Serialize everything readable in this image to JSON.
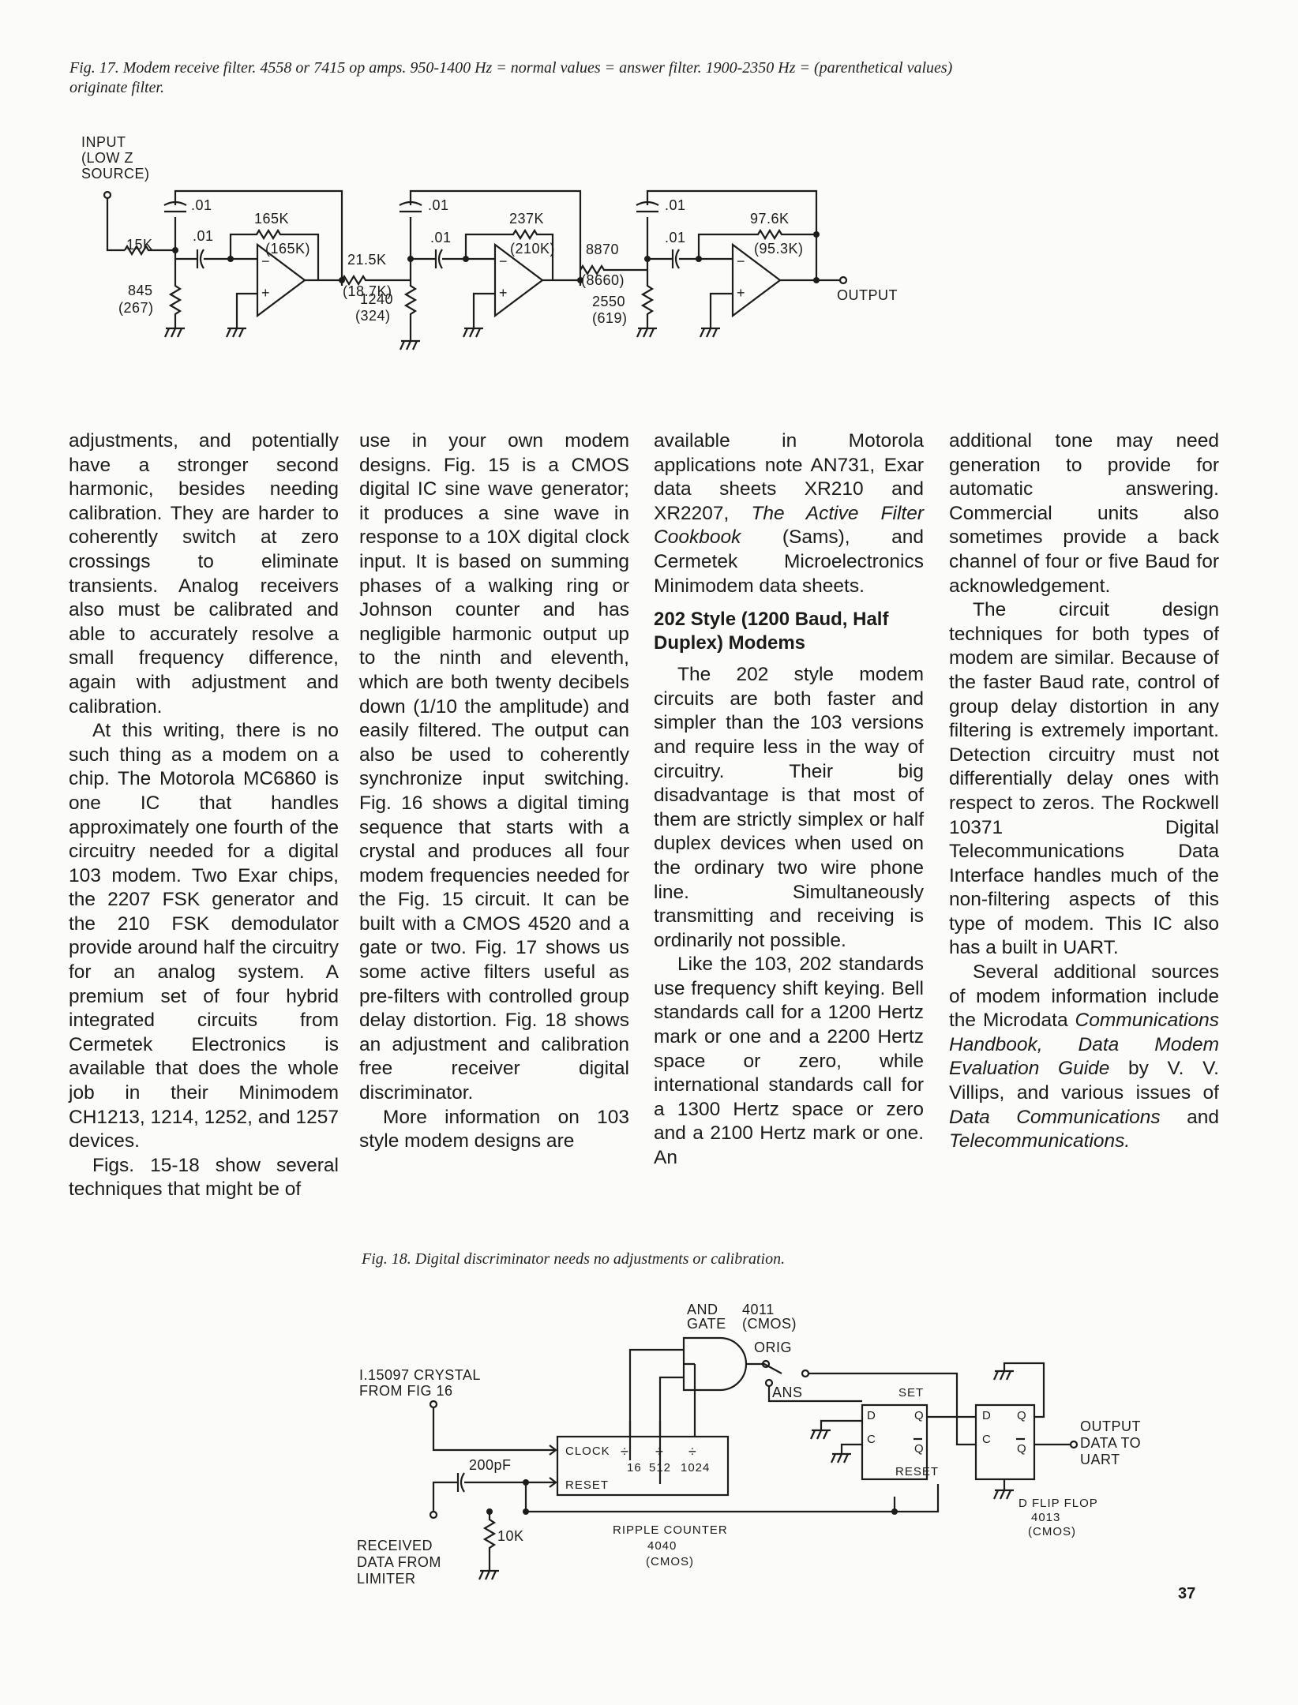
{
  "fig17": {
    "caption": "Fig. 17. Modem receive filter. 4558 or 7415 op amps. 950-1400 Hz = normal values = answer filter. 1900-2350 Hz = (parenthetical values) originate filter.",
    "input_lines": [
      "INPUT",
      "(LOW Z",
      "SOURCE)"
    ],
    "output_label": "OUTPUT",
    "stage1": {
      "cap_top": ".01",
      "cap_mid": ".01",
      "r_in": "15K",
      "r_shunt": "845",
      "r_shunt_alt": "(267)",
      "r_fb": "165K",
      "r_fb_alt": "(165K)"
    },
    "stage2": {
      "cap_top": ".01",
      "cap_mid": ".01",
      "r_in": "21.5K",
      "r_in_alt": "(18.7K)",
      "r_shunt": "1240",
      "r_shunt_alt": "(324)",
      "r_fb": "237K",
      "r_fb_alt": "(210K)"
    },
    "stage3": {
      "cap_top": ".01",
      "cap_mid": ".01",
      "r_in": "8870",
      "r_in_alt": "(8660)",
      "r_shunt": "2550",
      "r_shunt_alt": "(619)",
      "r_fb": "97.6K",
      "r_fb_alt": "(95.3K)"
    }
  },
  "fig18": {
    "caption": "Fig. 18. Digital discriminator needs no adjustments or calibration.",
    "and_gate": [
      "AND",
      "GATE"
    ],
    "and_gate_part": [
      "4011",
      "(CMOS)"
    ],
    "orig": "ORIG",
    "ans": "ANS",
    "crystal_lines": [
      "I.15097 CRYSTAL",
      "FROM FIG 16"
    ],
    "cap": "200pF",
    "resistor": "10K",
    "received_lines": [
      "RECEIVED",
      "DATA FROM",
      "LIMITER"
    ],
    "counter_clock": "CLOCK",
    "counter_div": "÷",
    "counter_taps": [
      "16",
      "512",
      "1024"
    ],
    "counter_reset": "RESET",
    "counter_name": [
      "RIPPLE COUNTER",
      "4040",
      "(CMOS)"
    ],
    "ff_set": "SET",
    "ff_reset": "RESET",
    "ff_d": "D",
    "ff_q": "Q",
    "ff_c": "C",
    "ff_qbar": "Q",
    "ff_name": [
      "D FLIP FLOP",
      "4013",
      "(CMOS)"
    ],
    "output_lines": [
      "OUTPUT",
      "DATA TO",
      "UART"
    ]
  },
  "columns": {
    "c1": [
      "adjustments, and potentially have a stronger second harmonic, besides needing calibration. They are harder to coherently switch at zero crossings to eliminate transients. Analog receivers also must be calibrated and able to accurately resolve a small frequency difference, again with adjustment and calibration.",
      "At this writing, there is no such thing as a modem on a chip. The Motorola MC6860 is one IC that handles approximately one fourth of the circuitry needed for a digital 103 modem. Two Exar chips, the 2207 FSK generator and the 210 FSK demodulator provide around half the circuitry for an analog system. A premium set of four hybrid integrated circuits from Cermetek Electronics is available that does the whole job in their Minimodem CH1213, 1214, 1252, and 1257 devices.",
      "Figs. 15-18 show several techniques that might be of"
    ],
    "c2": [
      "use in your own modem designs. Fig. 15 is a CMOS digital IC sine wave generator; it produces a sine wave in response to a 10X digital clock input. It is based on summing phases of a walking ring or Johnson counter and has negligible harmonic output up to the ninth and eleventh, which are both twenty decibels down (1/10 the amplitude) and easily filtered. The output can also be used to coherently synchronize input switching. Fig. 16 shows a digital timing sequence that starts with a crystal and produces all four modem frequencies needed for the Fig. 15 circuit. It can be built with a CMOS 4520 and a gate or two. Fig. 17 shows us some active filters useful as pre-filters with controlled group delay distortion. Fig. 18 shows an adjustment and calibration free receiver digital discriminator.",
      "More information on 103 style modem designs are"
    ],
    "c3": {
      "p1a": "available in Motorola applications note AN731, Exar data sheets XR210 and XR2207, ",
      "p1b": "The Active Filter Cookbook",
      "p1c": " (Sams), and Cermetek Microelectronics Minimodem data sheets.",
      "heading": "202 Style (1200 Baud, Half Duplex) Modems",
      "p2": "The 202 style modem circuits are both faster and simpler than the 103 versions and require less in the way of circuitry. Their big disadvantage is that most of them are strictly simplex or half duplex devices when used on the ordinary two wire phone line. Simultaneously transmitting and receiving is ordinarily not possible.",
      "p3": "Like the 103, 202 standards use frequency shift keying. Bell standards call for a 1200 Hertz mark or one and a 2200 Hertz space or zero, while international standards call for a 1300 Hertz space or zero and a 2100 Hertz mark or one. An"
    },
    "c4": {
      "p1": "additional tone may need generation to provide for automatic answering. Commercial units also sometimes provide a back channel of four or five Baud for acknowledgement.",
      "p2": "The circuit design techniques for both types of modem are similar. Because of the faster Baud rate, control of group delay distortion in any filtering is extremely important. Detection circuitry must not differentially delay ones with respect to zeros. The Rockwell 10371 Digital Telecommunications Data Interface handles much of the non-filtering aspects of this type of modem. This IC also has a built in UART.",
      "p3a": "Several additional sources of modem information include the Microdata ",
      "p3b": "Communications Handbook, Data Modem Evaluation Guide",
      "p3c": " by V. V. Villips, and various issues of ",
      "p3d": "Data Communications",
      "p3e": " and ",
      "p3f": "Telecommunications."
    }
  },
  "page_number": "37"
}
